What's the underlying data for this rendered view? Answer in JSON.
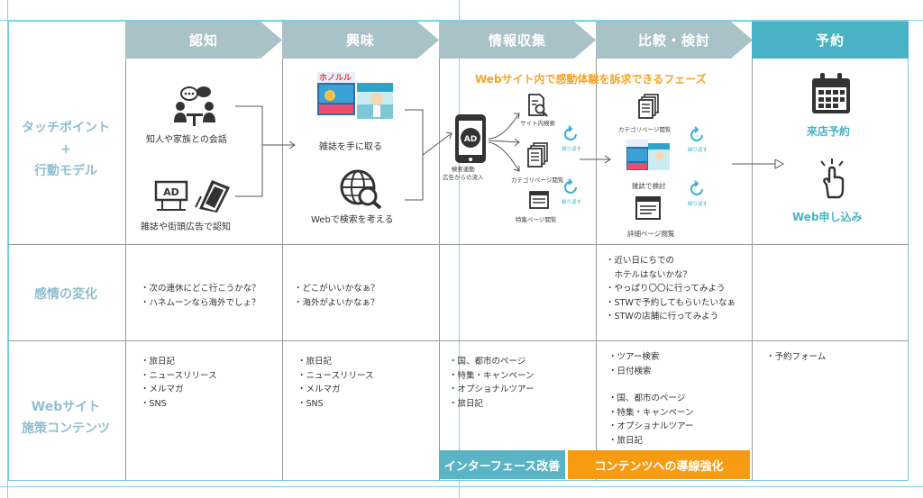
{
  "stages": [
    "認知",
    "興味",
    "情報収集",
    "比較・検討",
    "予約"
  ],
  "row_labels": {
    "touchpoint": [
      "タッチポイント",
      "+",
      "行動モデル"
    ],
    "emotion": "感情の変化",
    "web": [
      "Webサイト",
      "施策コンテンツ"
    ]
  },
  "awareness": {
    "talk": "知人や家族との会話",
    "ad": "雑誌や街頭広告で認知"
  },
  "interest": {
    "magazine": "雑誌を手に取る",
    "web_search": "Webで検索を考える",
    "magazine_cover_text": "ホノルル"
  },
  "info": {
    "phase_title": "Webサイト内で感動体験を訴求できるフェーズ",
    "ad_label": "AD",
    "ad_caption": [
      "検索連動",
      "広告からの流入"
    ],
    "site_search": "サイト内検索",
    "category_browse": "カテゴリページ閲覧",
    "feature_browse": "特集ページ閲覧",
    "repeat": "繰り返す"
  },
  "compare": {
    "category_browse": "カテゴリページ閲覧",
    "magazine_check": "雑誌で検討",
    "detail_browse": "詳細ページ閲覧",
    "repeat": "繰り返す"
  },
  "reserve": {
    "store": "来店予約",
    "web": "Web申し込み"
  },
  "emotions": {
    "awareness": [
      "・次の連休にどこ行こうかな？",
      "・ハネムーンなら海外でしょ？"
    ],
    "interest": [
      "・どこがいいかなぁ？",
      "・海外がよいかなぁ？"
    ],
    "compare": [
      "・近い日にちでの",
      "　ホテルはないかな？",
      "・やっぱり〇〇に行ってみよう",
      "・STWで予約してもらいたいなぁ",
      "・STWの店舗に行ってみよう"
    ]
  },
  "web_contents": {
    "awareness": [
      "・旅日記",
      "・ニュースリリース",
      "・メルマガ",
      "・SNS"
    ],
    "interest": [
      "・旅日記",
      "・ニュースリリース",
      "・メルマガ",
      "・SNS"
    ],
    "info": [
      "・国、都市のページ",
      "・特集・キャンペーン",
      "・オプショナルツアー",
      "・旅日記"
    ],
    "compare_a": [
      "・ツアー検索",
      "・日付検索"
    ],
    "compare_b": [
      "・国、都市のページ",
      "・特集・キャンペーン",
      "・オプショナルツアー",
      "・旅日記"
    ],
    "reserve": [
      "・予約フォーム"
    ]
  },
  "badges": {
    "interface": "インターフェース改善",
    "contents": "コンテンツへの導線強化"
  },
  "colors": {
    "stage_gray": "#a9c2c8",
    "stage_teal": "#49b3c5",
    "row_label": "#8fbfce",
    "orange": "#f6a427",
    "badge_teal": "#5ab4c6",
    "badge_orange": "#f79b12"
  }
}
